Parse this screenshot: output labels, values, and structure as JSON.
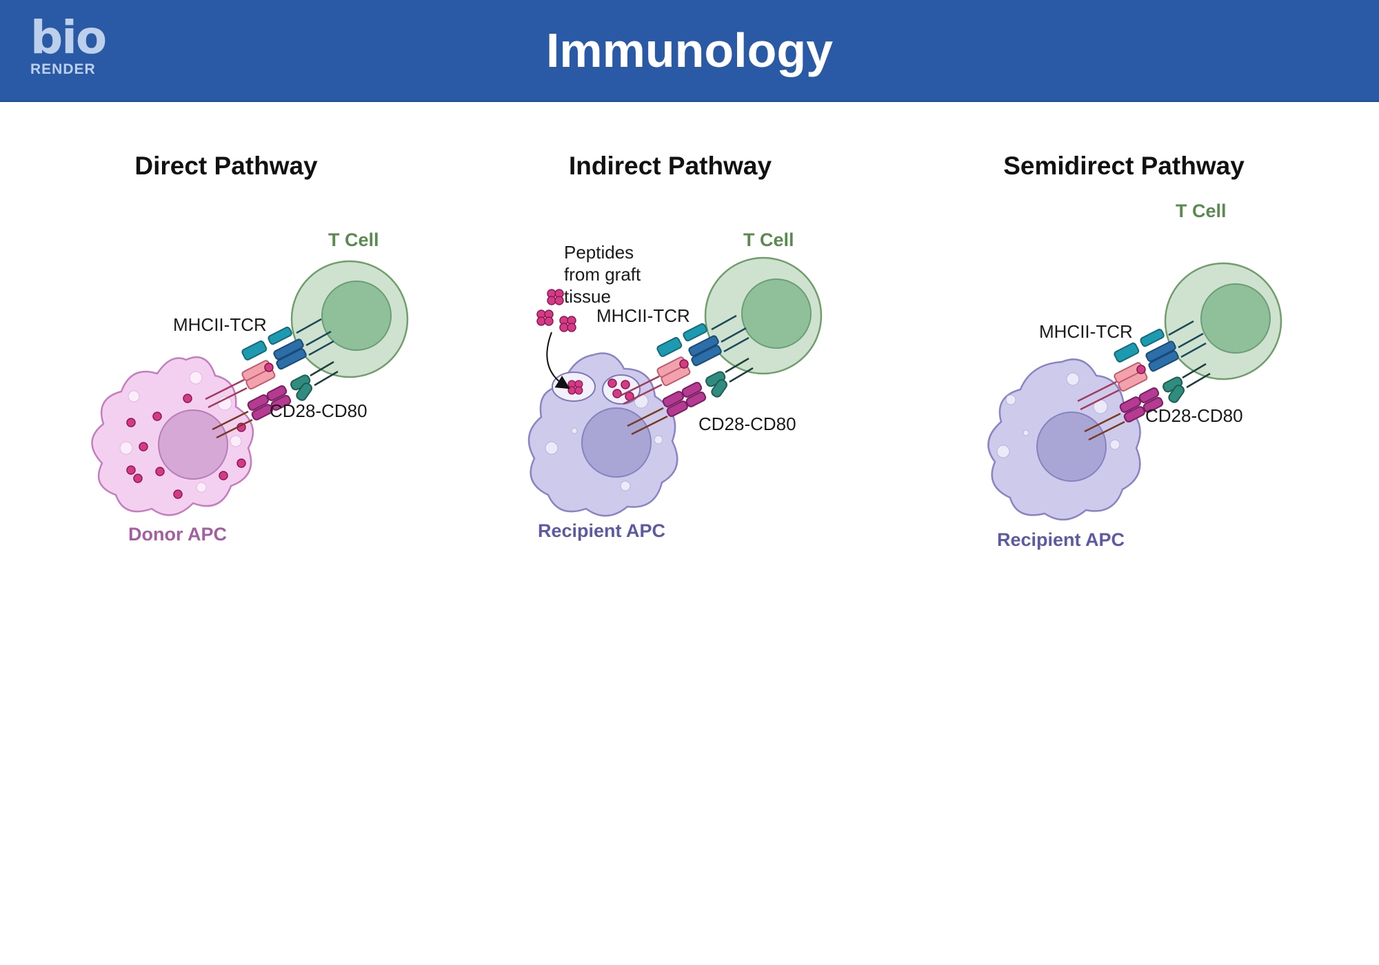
{
  "header": {
    "logo_top": "bio",
    "logo_bottom": "RENDER",
    "title": "Immunology"
  },
  "panels": [
    {
      "title": "Direct Pathway",
      "t_cell": "T Cell",
      "mhc_tcr": "MHCII-TCR",
      "cd28": "CD28-CD80",
      "apc": "Donor APC"
    },
    {
      "title": "Indirect Pathway",
      "t_cell": "T Cell",
      "peptides": "Peptides from graft tissue",
      "mhc_tcr": "MHCII-TCR",
      "cd28": "CD28-CD80",
      "apc": "Recipient APC"
    },
    {
      "title": "Semidirect Pathway",
      "t_cell": "T Cell",
      "mhc_tcr": "MHCII-TCR",
      "cd28": "CD28-CD80",
      "apc": "Recipient APC"
    }
  ],
  "colors": {
    "header_blue": "#2a5aa6",
    "t_cell_green": "#5a8a50",
    "donor_pink": "#a45fa0",
    "recipient_purple": "#5e5aa2",
    "peptide_magenta": "#d43a86"
  },
  "icons": [
    "biorender-logo",
    "t-cell-icon",
    "donor-apc-icon",
    "recipient-apc-icon",
    "receptor-complex-icon",
    "peptide-cluster-icon",
    "endosome-icon",
    "arrow-icon"
  ]
}
